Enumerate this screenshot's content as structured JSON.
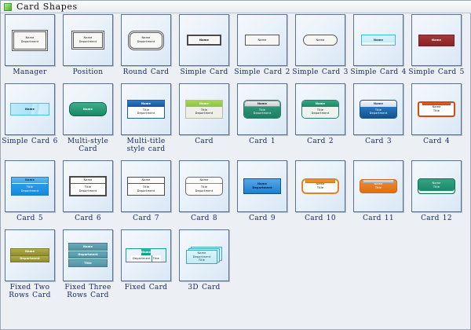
{
  "header": {
    "icon": "shapes-panel-icon",
    "title": "Card Shapes"
  },
  "labels": {
    "name": "Name",
    "department": "Department",
    "title": "Title"
  },
  "colors": {
    "panel_bg": "#eceff3",
    "tile_border": "#5b7391",
    "caption": "#16286b",
    "accent_blue": "#1d7fd0",
    "accent_green": "#168a63",
    "accent_orange": "#e06f12",
    "accent_red": "#8c2323",
    "accent_teal": "#0f9c89",
    "accent_olive": "#8e8c2f"
  },
  "shapes": [
    {
      "id": "manager",
      "caption": "Manager",
      "lines": [
        "Name",
        "Department"
      ]
    },
    {
      "id": "position",
      "caption": "Position",
      "lines": [
        "Name",
        "Department"
      ]
    },
    {
      "id": "round-card",
      "caption": "Round Card",
      "lines": [
        "Name",
        "Department"
      ]
    },
    {
      "id": "simple-card",
      "caption": "Simple Card",
      "lines": [
        "Name"
      ]
    },
    {
      "id": "simple-card-2",
      "caption": "Simple Card 2",
      "lines": [
        "Name"
      ]
    },
    {
      "id": "simple-card-3",
      "caption": "Simple Card 3",
      "lines": [
        "Name"
      ]
    },
    {
      "id": "simple-card-4",
      "caption": "Simple Card 4",
      "lines": [
        "Name"
      ]
    },
    {
      "id": "simple-card-5",
      "caption": "Simple Card 5",
      "lines": [
        "Name"
      ]
    },
    {
      "id": "simple-card-6",
      "caption": "Simple Card 6",
      "lines": [
        "Name"
      ]
    },
    {
      "id": "multi-style-card",
      "caption": "Multi-style Card",
      "lines": [
        "Name"
      ]
    },
    {
      "id": "multi-title-style-card",
      "caption": "Multi-title style card",
      "header": "Name",
      "body": [
        "Title",
        "Department"
      ]
    },
    {
      "id": "card",
      "caption": "Card",
      "header": "Name",
      "body": [
        "Title",
        "Department"
      ]
    },
    {
      "id": "card-1",
      "caption": "Card 1",
      "header": "Name",
      "body": [
        "Title",
        "Department"
      ]
    },
    {
      "id": "card-2",
      "caption": "Card 2",
      "header": "Name",
      "body": [
        "Title",
        "Department"
      ]
    },
    {
      "id": "card-3",
      "caption": "Card 3",
      "header": "Name",
      "body": [
        "Title",
        "Department"
      ]
    },
    {
      "id": "card-4",
      "caption": "Card 4",
      "body": [
        "Name",
        "Title"
      ]
    },
    {
      "id": "card-5",
      "caption": "Card 5",
      "header": "Name",
      "body": [
        "Title",
        "Department"
      ]
    },
    {
      "id": "card-6",
      "caption": "Card 6",
      "header": "Name",
      "body": [
        "Title",
        "Department"
      ]
    },
    {
      "id": "card-7",
      "caption": "Card 7",
      "header": "Name",
      "body": [
        "Title",
        "Department"
      ]
    },
    {
      "id": "card-8",
      "caption": "Card 8",
      "header": "Name",
      "body": [
        "Title",
        "Department"
      ]
    },
    {
      "id": "card-9",
      "caption": "Card 9",
      "lines": [
        "Name",
        "Department"
      ]
    },
    {
      "id": "card-10",
      "caption": "Card 10",
      "body": [
        "Name",
        "Title"
      ]
    },
    {
      "id": "card-11",
      "caption": "Card 11",
      "body": [
        "Name",
        "Title"
      ]
    },
    {
      "id": "card-12",
      "caption": "Card 12",
      "body": [
        "Name",
        "Title"
      ]
    },
    {
      "id": "fixed-two-rows-card",
      "caption": "Fixed Two Rows Card",
      "rows": [
        "Name",
        "Department"
      ]
    },
    {
      "id": "fixed-three-rows-card",
      "caption": "Fixed Three Rows Card",
      "rows": [
        "Name",
        "Department",
        "Title"
      ]
    },
    {
      "id": "fixed-card",
      "caption": "Fixed Card",
      "header": "Name",
      "cells": [
        "Department",
        "Title"
      ]
    },
    {
      "id": "3d-card",
      "caption": "3D Card",
      "lines": [
        "Name",
        "Department",
        "Title"
      ]
    }
  ]
}
